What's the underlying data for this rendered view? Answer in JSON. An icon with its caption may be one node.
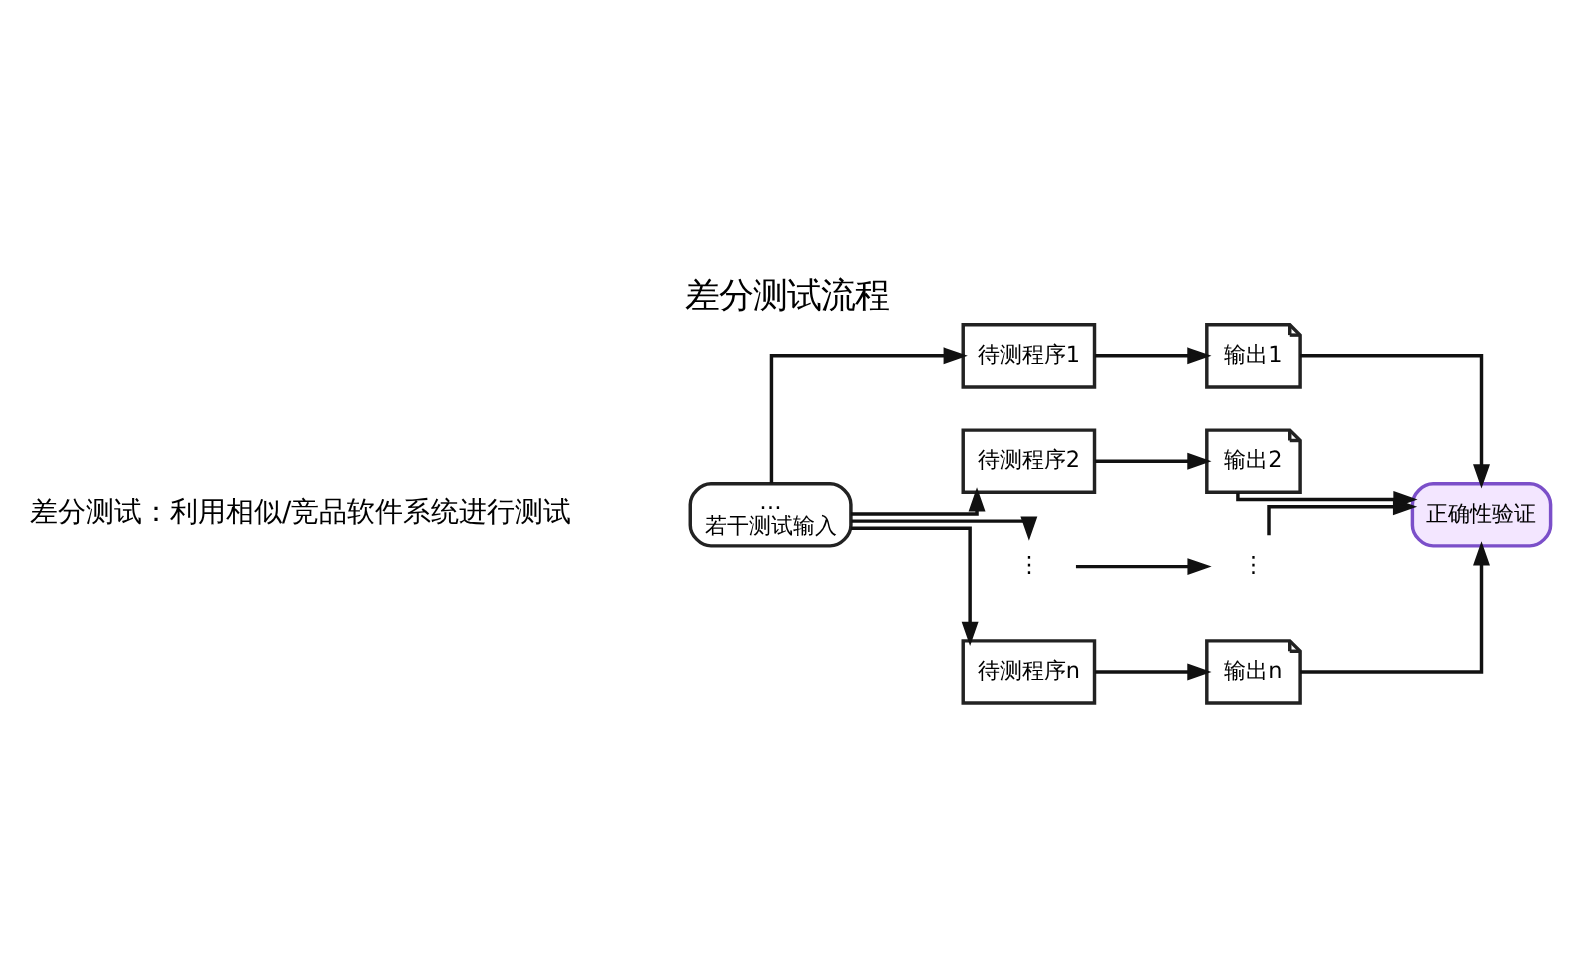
{
  "diagram": {
    "title": "差分测试流程",
    "nodes": [
      {
        "text": [
          "…",
          "若干测试输入"
        ]
      },
      {
        "text": [
          "待测程序1"
        ]
      },
      {
        "text": [
          "输出1"
        ]
      },
      {
        "text": [
          "待测程序2"
        ]
      },
      {
        "text": [
          "输出2"
        ]
      },
      {
        "text": [
          "⋮"
        ]
      },
      {
        "text": [
          "⋮"
        ]
      },
      {
        "text": [
          "待测程序n"
        ]
      },
      {
        "text": [
          "输出n"
        ]
      },
      {
        "text": [
          "正确性验证"
        ]
      }
    ],
    "edges": [
      {
        "from": 0,
        "to": 1,
        "arrow": "to"
      },
      {
        "from": 0,
        "to": 3,
        "arrow": "to"
      },
      {
        "from": 0,
        "to": 5,
        "arrow": "to"
      },
      {
        "from": 0,
        "to": 7,
        "arrow": "to"
      },
      {
        "from": 1,
        "to": 2,
        "arrow": "to"
      },
      {
        "from": 3,
        "to": 4,
        "arrow": "to"
      },
      {
        "from": 5,
        "to": 6,
        "arrow": "to"
      },
      {
        "from": 7,
        "to": 8,
        "arrow": "to"
      },
      {
        "from": 2,
        "to": 9,
        "arrow": "to"
      },
      {
        "from": 4,
        "to": 9,
        "arrow": "to"
      },
      {
        "from": 6,
        "to": 9,
        "arrow": "to"
      },
      {
        "from": 8,
        "to": 9,
        "arrow": "to"
      }
    ],
    "labels": [
      "差分测试：利用相似/竞品软件系统进行测试"
    ]
  }
}
